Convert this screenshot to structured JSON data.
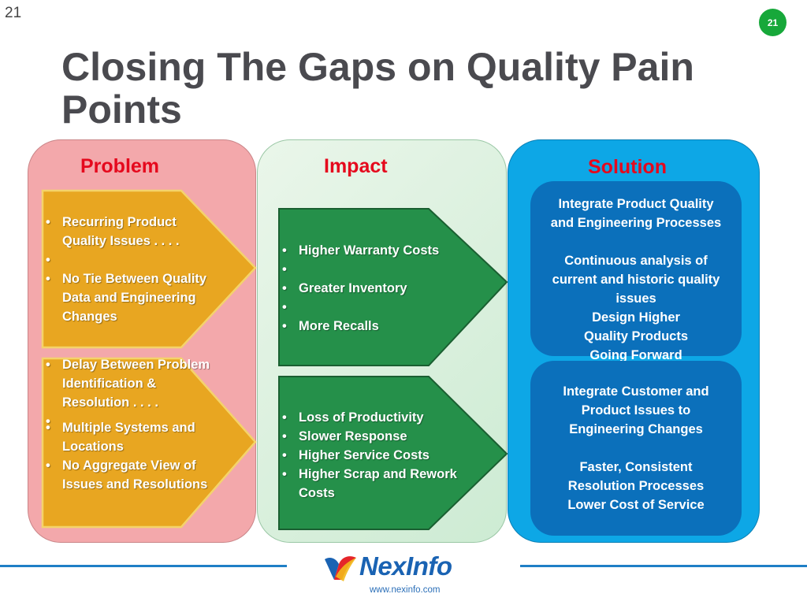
{
  "slide": {
    "number_top": "21",
    "number_badge": "21"
  },
  "title": "Closing The Gaps on Quality Pain Points",
  "columns": {
    "problem_heading": "Problem",
    "impact_heading": "Impact",
    "solution_heading": "Solution"
  },
  "problem": {
    "box1": [
      "Recurring Product Quality Issues . . . .",
      "No Tie Between Quality Data and Engineering Changes"
    ],
    "box2": [
      "Delay Between Problem Identification & Resolution . . . .",
      "Multiple Systems and Locations",
      "No Aggregate View of Issues and Resolutions"
    ]
  },
  "impact": {
    "box1": [
      "Higher Warranty Costs",
      "Greater Inventory",
      "More Recalls"
    ],
    "box2": [
      "Loss of Productivity",
      "Slower Response",
      "Higher Service Costs",
      "Higher Scrap and Rework Costs"
    ]
  },
  "solution": {
    "box1": {
      "line1": "Integrate Product Quality and Engineering Processes",
      "line2": "Continuous analysis of current and historic quality issues",
      "line3": "Design Higher Quality Products Going Forward"
    },
    "box2": {
      "line1": "Integrate Customer and Product Issues to Engineering Changes",
      "line2": "Faster, Consistent Resolution Processes",
      "line3": "Lower Cost of Service"
    }
  },
  "footer": {
    "logo": "NexInfo",
    "url": "www.nexinfo.com"
  },
  "colors": {
    "problem_bg": "#f3a8ab",
    "problem_arrow": "#e8a621",
    "impact_arrow": "#25904a",
    "solution_bg": "#0da7e6",
    "solution_box": "#0b70bb",
    "heading_red": "#e5091d"
  }
}
